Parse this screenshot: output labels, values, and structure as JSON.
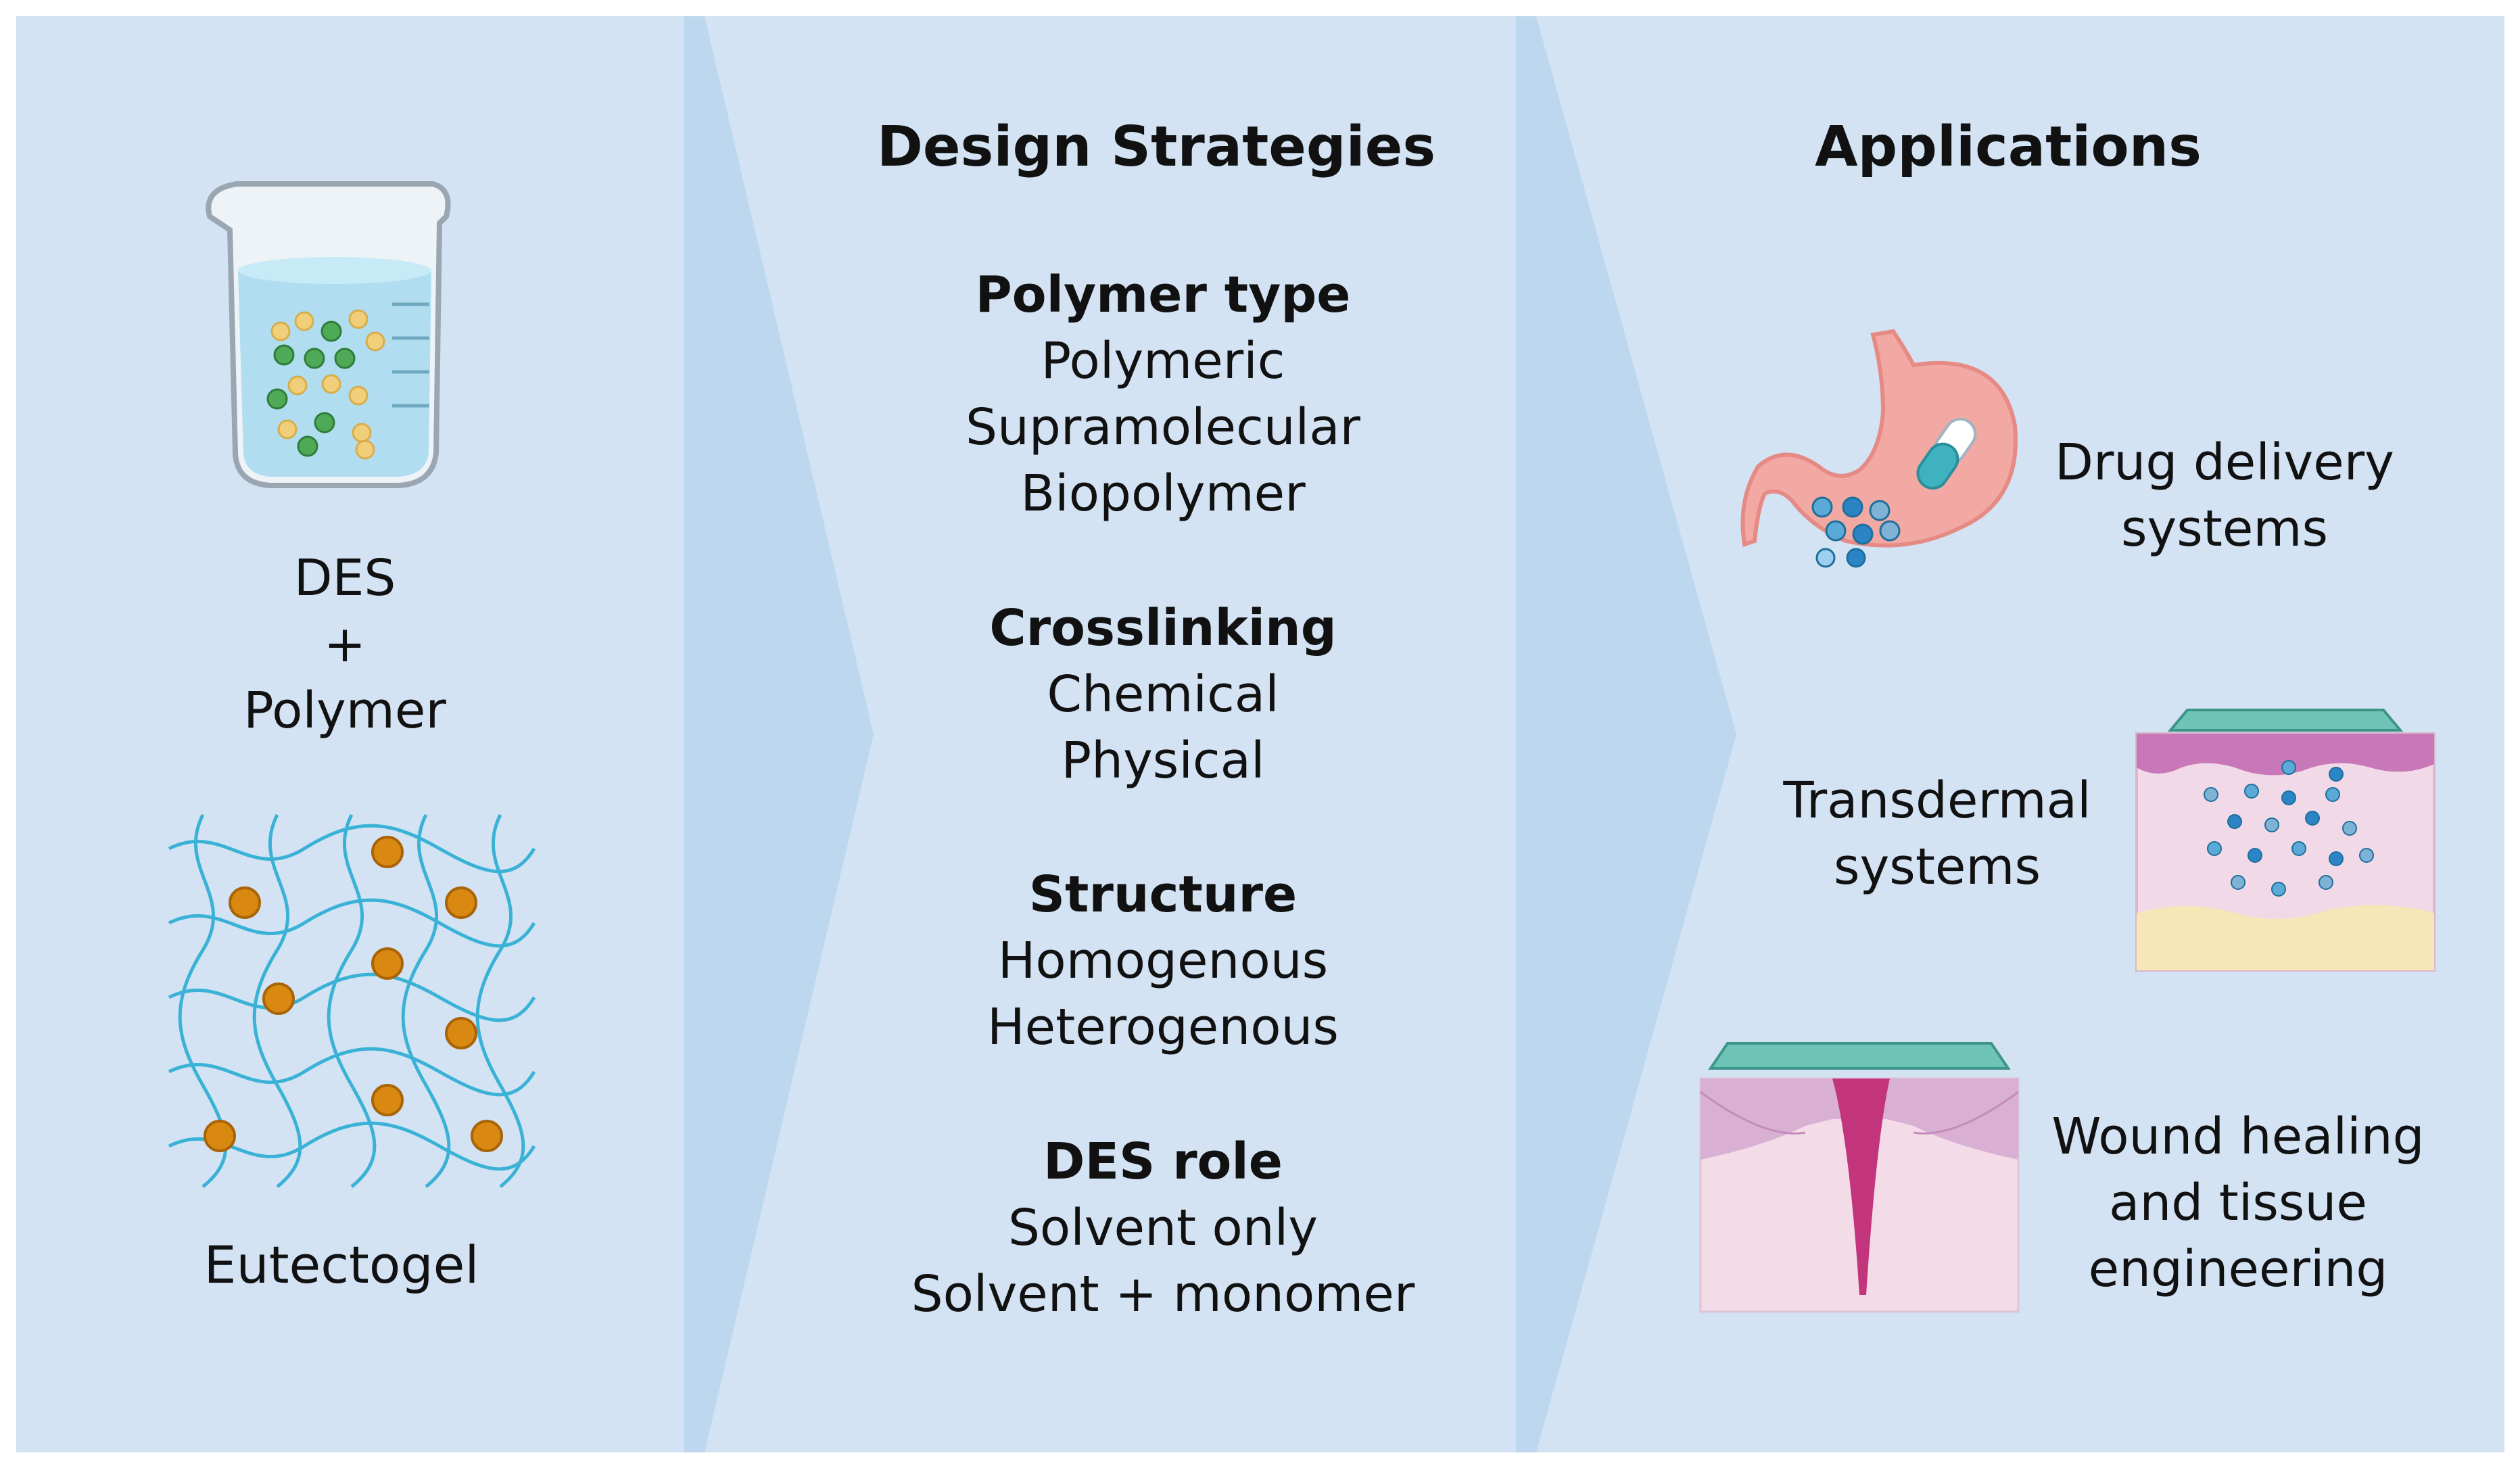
{
  "panel1": {
    "top_label": [
      "DES",
      "+",
      "Polymer"
    ],
    "bottom_label": "Eutectogel"
  },
  "panel2": {
    "title": "Design Strategies",
    "groups": [
      {
        "heading": "Polymer type",
        "items": [
          "Polymeric",
          "Supramolecular",
          "Biopolymer"
        ]
      },
      {
        "heading": "Crosslinking",
        "items": [
          "Chemical",
          "Physical"
        ]
      },
      {
        "heading": "Structure",
        "items": [
          "Homogenous",
          "Heterogenous"
        ]
      },
      {
        "heading": "DES role",
        "items": [
          "Solvent only",
          "Solvent + monomer"
        ]
      }
    ]
  },
  "panel3": {
    "title": "Applications",
    "apps": [
      {
        "label": [
          "Drug delivery",
          "systems"
        ],
        "icon": "stomach-capsule-icon"
      },
      {
        "label": [
          "Transdermal",
          "systems"
        ],
        "icon": "skin-patch-icon"
      },
      {
        "label": [
          "Wound healing",
          "and tissue",
          "engineering"
        ],
        "icon": "wound-dressing-icon"
      }
    ]
  },
  "colors": {
    "panel_bg": "#d3e3f4",
    "chevron": "#bdd7ef",
    "gel_fiber": "#3ab2d6",
    "gel_bead": "#d98912"
  }
}
